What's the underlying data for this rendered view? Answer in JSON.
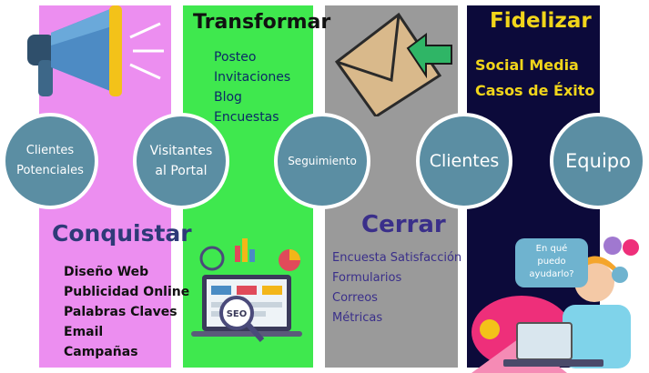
{
  "columns": [
    {
      "title": "Conquistar",
      "items": [
        "Diseño Web",
        "Publicidad Online",
        "Palabras Claves",
        "Email",
        "Campañas"
      ],
      "color": "#ec8ef0",
      "title_color": "#2e3a78"
    },
    {
      "title": "Transformar",
      "items": [
        "Posteo",
        "Invitaciones",
        "Blog",
        "Encuestas"
      ],
      "color": "#3fe84e",
      "title_color": "#111111"
    },
    {
      "title": "Cerrar",
      "items": [
        "Encuesta Satisfacción",
        "Formularios",
        "Correos",
        "Métricas"
      ],
      "color": "#9a9a9a",
      "title_color": "#3a2f8a"
    },
    {
      "title": "Fidelizar",
      "items": [
        "Social Media",
        "Casos de Éxito"
      ],
      "color": "#0c0a3a",
      "title_color": "#f1d51a"
    }
  ],
  "stages": [
    {
      "line1": "Clientes",
      "line2": "Potenciales"
    },
    {
      "line1": "Visitantes",
      "line2": "al Portal"
    },
    {
      "line1": "Seguimiento",
      "line2": ""
    },
    {
      "line1": "Clientes",
      "line2": ""
    },
    {
      "line1": "Equipo",
      "line2": ""
    }
  ],
  "stage_color": "#5b8ea3",
  "illustrations": {
    "megaphone": "megaphone-icon",
    "envelope": "envelope-icon",
    "seo": "seo-dashboard-icon",
    "support": "support-agent-icon",
    "seo_label": "SEO",
    "speech_bubble": "En qué puedo ayudarlo?"
  }
}
